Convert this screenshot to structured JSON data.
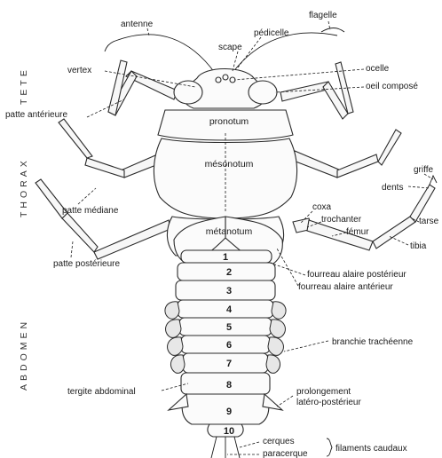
{
  "side_labels": {
    "tete": "TETE",
    "thorax": "THORAX",
    "abdomen": "ABDOMEN"
  },
  "labels": {
    "antenne": "antenne",
    "flagelle": "flagelle",
    "pedicelle": "pédicelle",
    "scape": "scape",
    "vertex": "vertex",
    "ocelle": "ocelle",
    "oeil_compose": "oeil composé",
    "patte_anterieure": "patte antérieure",
    "pronotum": "pronotum",
    "mesonotum": "mésonotum",
    "metanotum": "métanotum",
    "griffe": "griffe",
    "dents": "dents",
    "coxa": "coxa",
    "trochanter": "trochanter",
    "femur": "fémur",
    "tarse": "tarse",
    "tibia": "tibia",
    "patte_mediane": "patte médiane",
    "patte_posterieure": "patte postérieure",
    "fourreau_posterieur": "fourreau alaire postérieur",
    "fourreau_anterieur": "fourreau alaire antérieur",
    "branchie": "branchie trachéenne",
    "tergite": "tergite abdominal",
    "prolongement_1": "prolongement",
    "prolongement_2": "latéro-postérieur",
    "cerques": "cerques",
    "paracerque": "paracerque",
    "filaments": "filaments caudaux"
  },
  "segments": [
    "1",
    "2",
    "3",
    "4",
    "5",
    "6",
    "7",
    "8",
    "9",
    "10"
  ]
}
